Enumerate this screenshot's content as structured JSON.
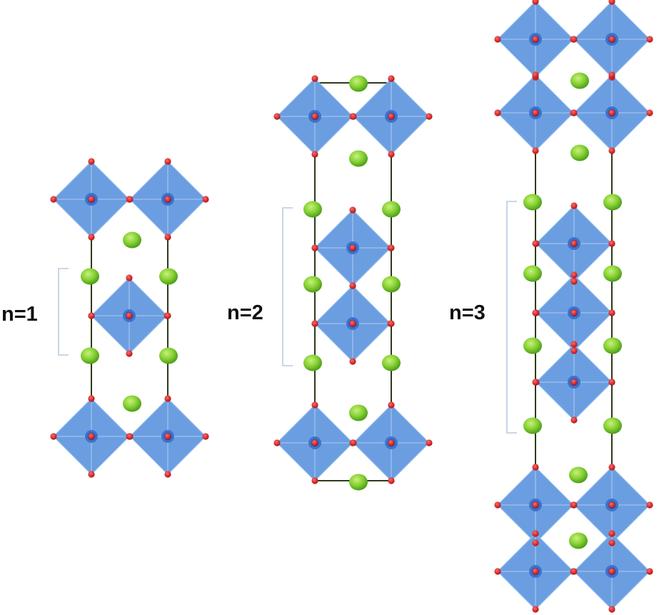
{
  "structures": [
    {
      "label": "n=1",
      "n": 1
    },
    {
      "label": "n=2",
      "n": 2
    },
    {
      "label": "n=3",
      "n": 3
    }
  ],
  "colors": {
    "octahedron": "#6b9ee0",
    "octahedron_edge": "#8fb8ee",
    "octahedron_center": "#1f56b8",
    "anion": "#cc1111",
    "cation": "#7cd12f",
    "cell_line": "#2e3a1a",
    "bracket": "#b8cce0",
    "label": "#111111"
  }
}
